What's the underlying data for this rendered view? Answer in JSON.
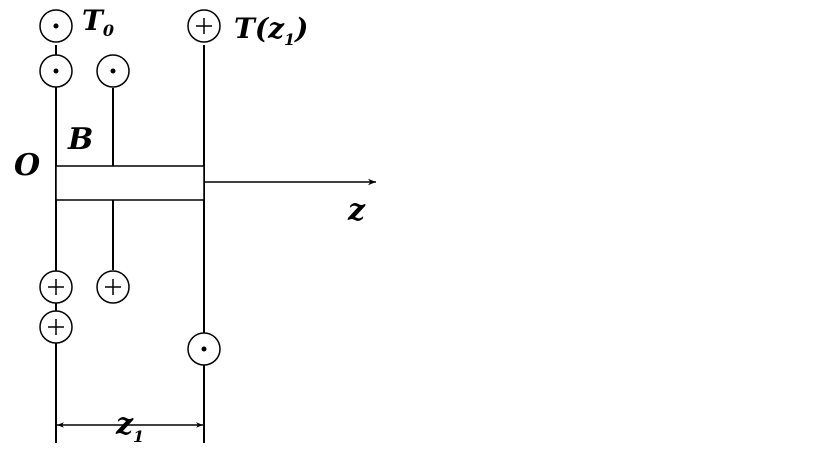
{
  "diagram": {
    "labels": {
      "T0_main": "T",
      "T0_sub": "0",
      "Tz1_main": "T(z",
      "Tz1_sub": "1",
      "Tz1_close": ")",
      "origin": "O",
      "B": "B",
      "axis": "z",
      "dim_main": "z",
      "dim_sub": "1"
    },
    "symbols": {
      "dot": "current-out-of-page-icon",
      "cross": "current-into-page-icon"
    },
    "colors": {
      "stroke": "#000000",
      "background": "#ffffff"
    }
  }
}
